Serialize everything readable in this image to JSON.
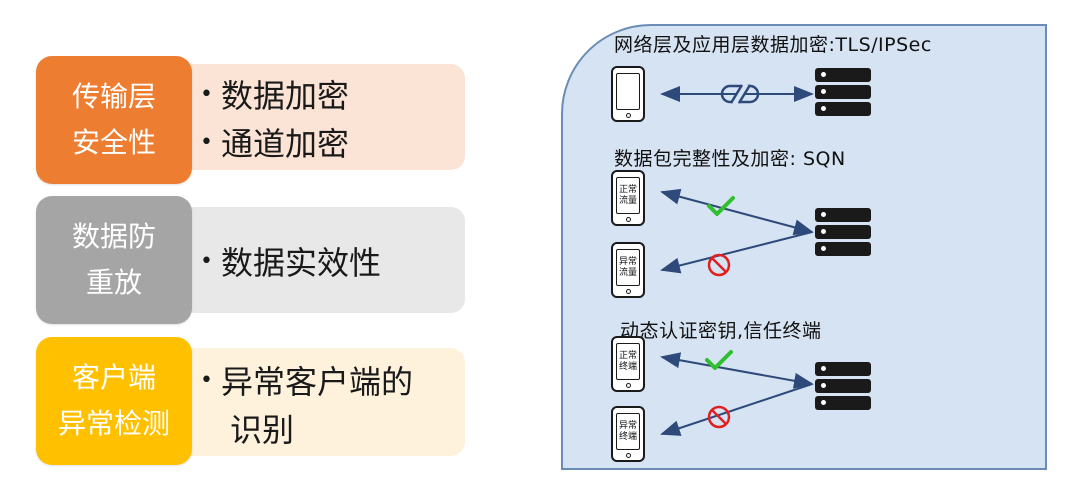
{
  "rows": [
    {
      "label_lines": [
        "传输层",
        "安全性"
      ],
      "color": "#ed7d31",
      "body_color": "#fbe4d6",
      "bullets": [
        "数据加密",
        "通道加密"
      ]
    },
    {
      "label_lines": [
        "数据防",
        "重放"
      ],
      "color": "#a5a5a5",
      "body_color": "#e8e8e8",
      "bullets": [
        "数据实效性"
      ]
    },
    {
      "label_lines": [
        "客户端",
        "异常检测"
      ],
      "color": "#ffc000",
      "body_color": "#fff2dd",
      "bullets": [
        "异常客户端的",
        "识别"
      ]
    }
  ],
  "panel": {
    "background": "#d6e3f2",
    "sections": [
      {
        "title": "网络层及应用层数据加密:TLS/IPSec"
      },
      {
        "title": "数据包完整性及加密: SQN",
        "phones": [
          {
            "lines": [
              "正常",
              "流量"
            ],
            "status": "check"
          },
          {
            "lines": [
              "异常",
              "流量"
            ],
            "status": "blocked"
          }
        ]
      },
      {
        "title": "动态认证密钥,信任终端",
        "phones": [
          {
            "lines": [
              "正常",
              "终端"
            ],
            "status": "check"
          },
          {
            "lines": [
              "异常",
              "终端"
            ],
            "status": "blocked"
          }
        ]
      }
    ]
  },
  "colors": {
    "check": "#2fbf2f",
    "blocked": "#e02020",
    "arrow": "#2e4a7a"
  }
}
